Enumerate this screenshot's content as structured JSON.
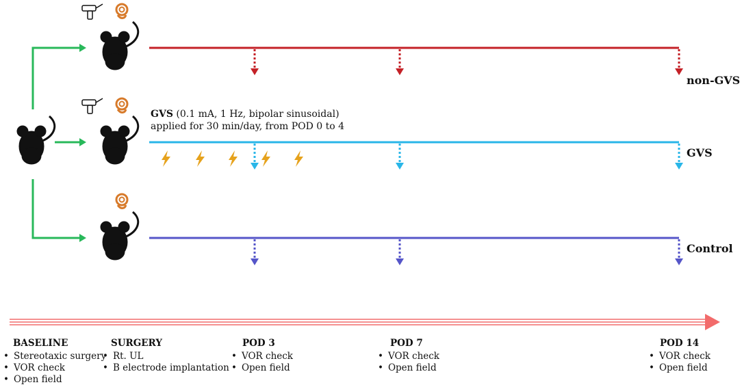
{
  "groups": [
    {
      "id": "non-gvs",
      "label": "non-GVS",
      "color": "#c42127",
      "surgery_tools": [
        "drill",
        "inner-ear"
      ]
    },
    {
      "id": "gvs",
      "label": "GVS",
      "color": "#29b6e8",
      "surgery_tools": [
        "drill",
        "inner-ear"
      ]
    },
    {
      "id": "control",
      "label": "Control",
      "color": "#5555c8",
      "surgery_tools": [
        "inner-ear"
      ]
    }
  ],
  "colors": {
    "branch_arrow": "#28b85a",
    "timeline_arrow": "#f26b6b",
    "lightning": "#e6a21c",
    "mouse": "#111111",
    "inner_ear": "#d77a2a"
  },
  "gvs_note": {
    "bold": "GVS",
    "params": " (0.1 mA, 1 Hz, bipolar sinusoidal)",
    "line2": "applied for 30 min/day, from POD 0 to 4"
  },
  "stimulation_days": 5,
  "phases": [
    {
      "title": "BASELINE",
      "items": [
        "Stereotaxic surgery",
        "VOR check",
        "Open field"
      ]
    },
    {
      "title": "SURGERY",
      "items": [
        "Rt. UL",
        "B electrode implantation"
      ]
    },
    {
      "title": "POD 3",
      "items": [
        "VOR check",
        "Open field"
      ]
    },
    {
      "title": "POD 7",
      "items": [
        "VOR check",
        "Open field"
      ]
    },
    {
      "title": "POD 14",
      "items": [
        "VOR check",
        "Open field"
      ]
    }
  ]
}
